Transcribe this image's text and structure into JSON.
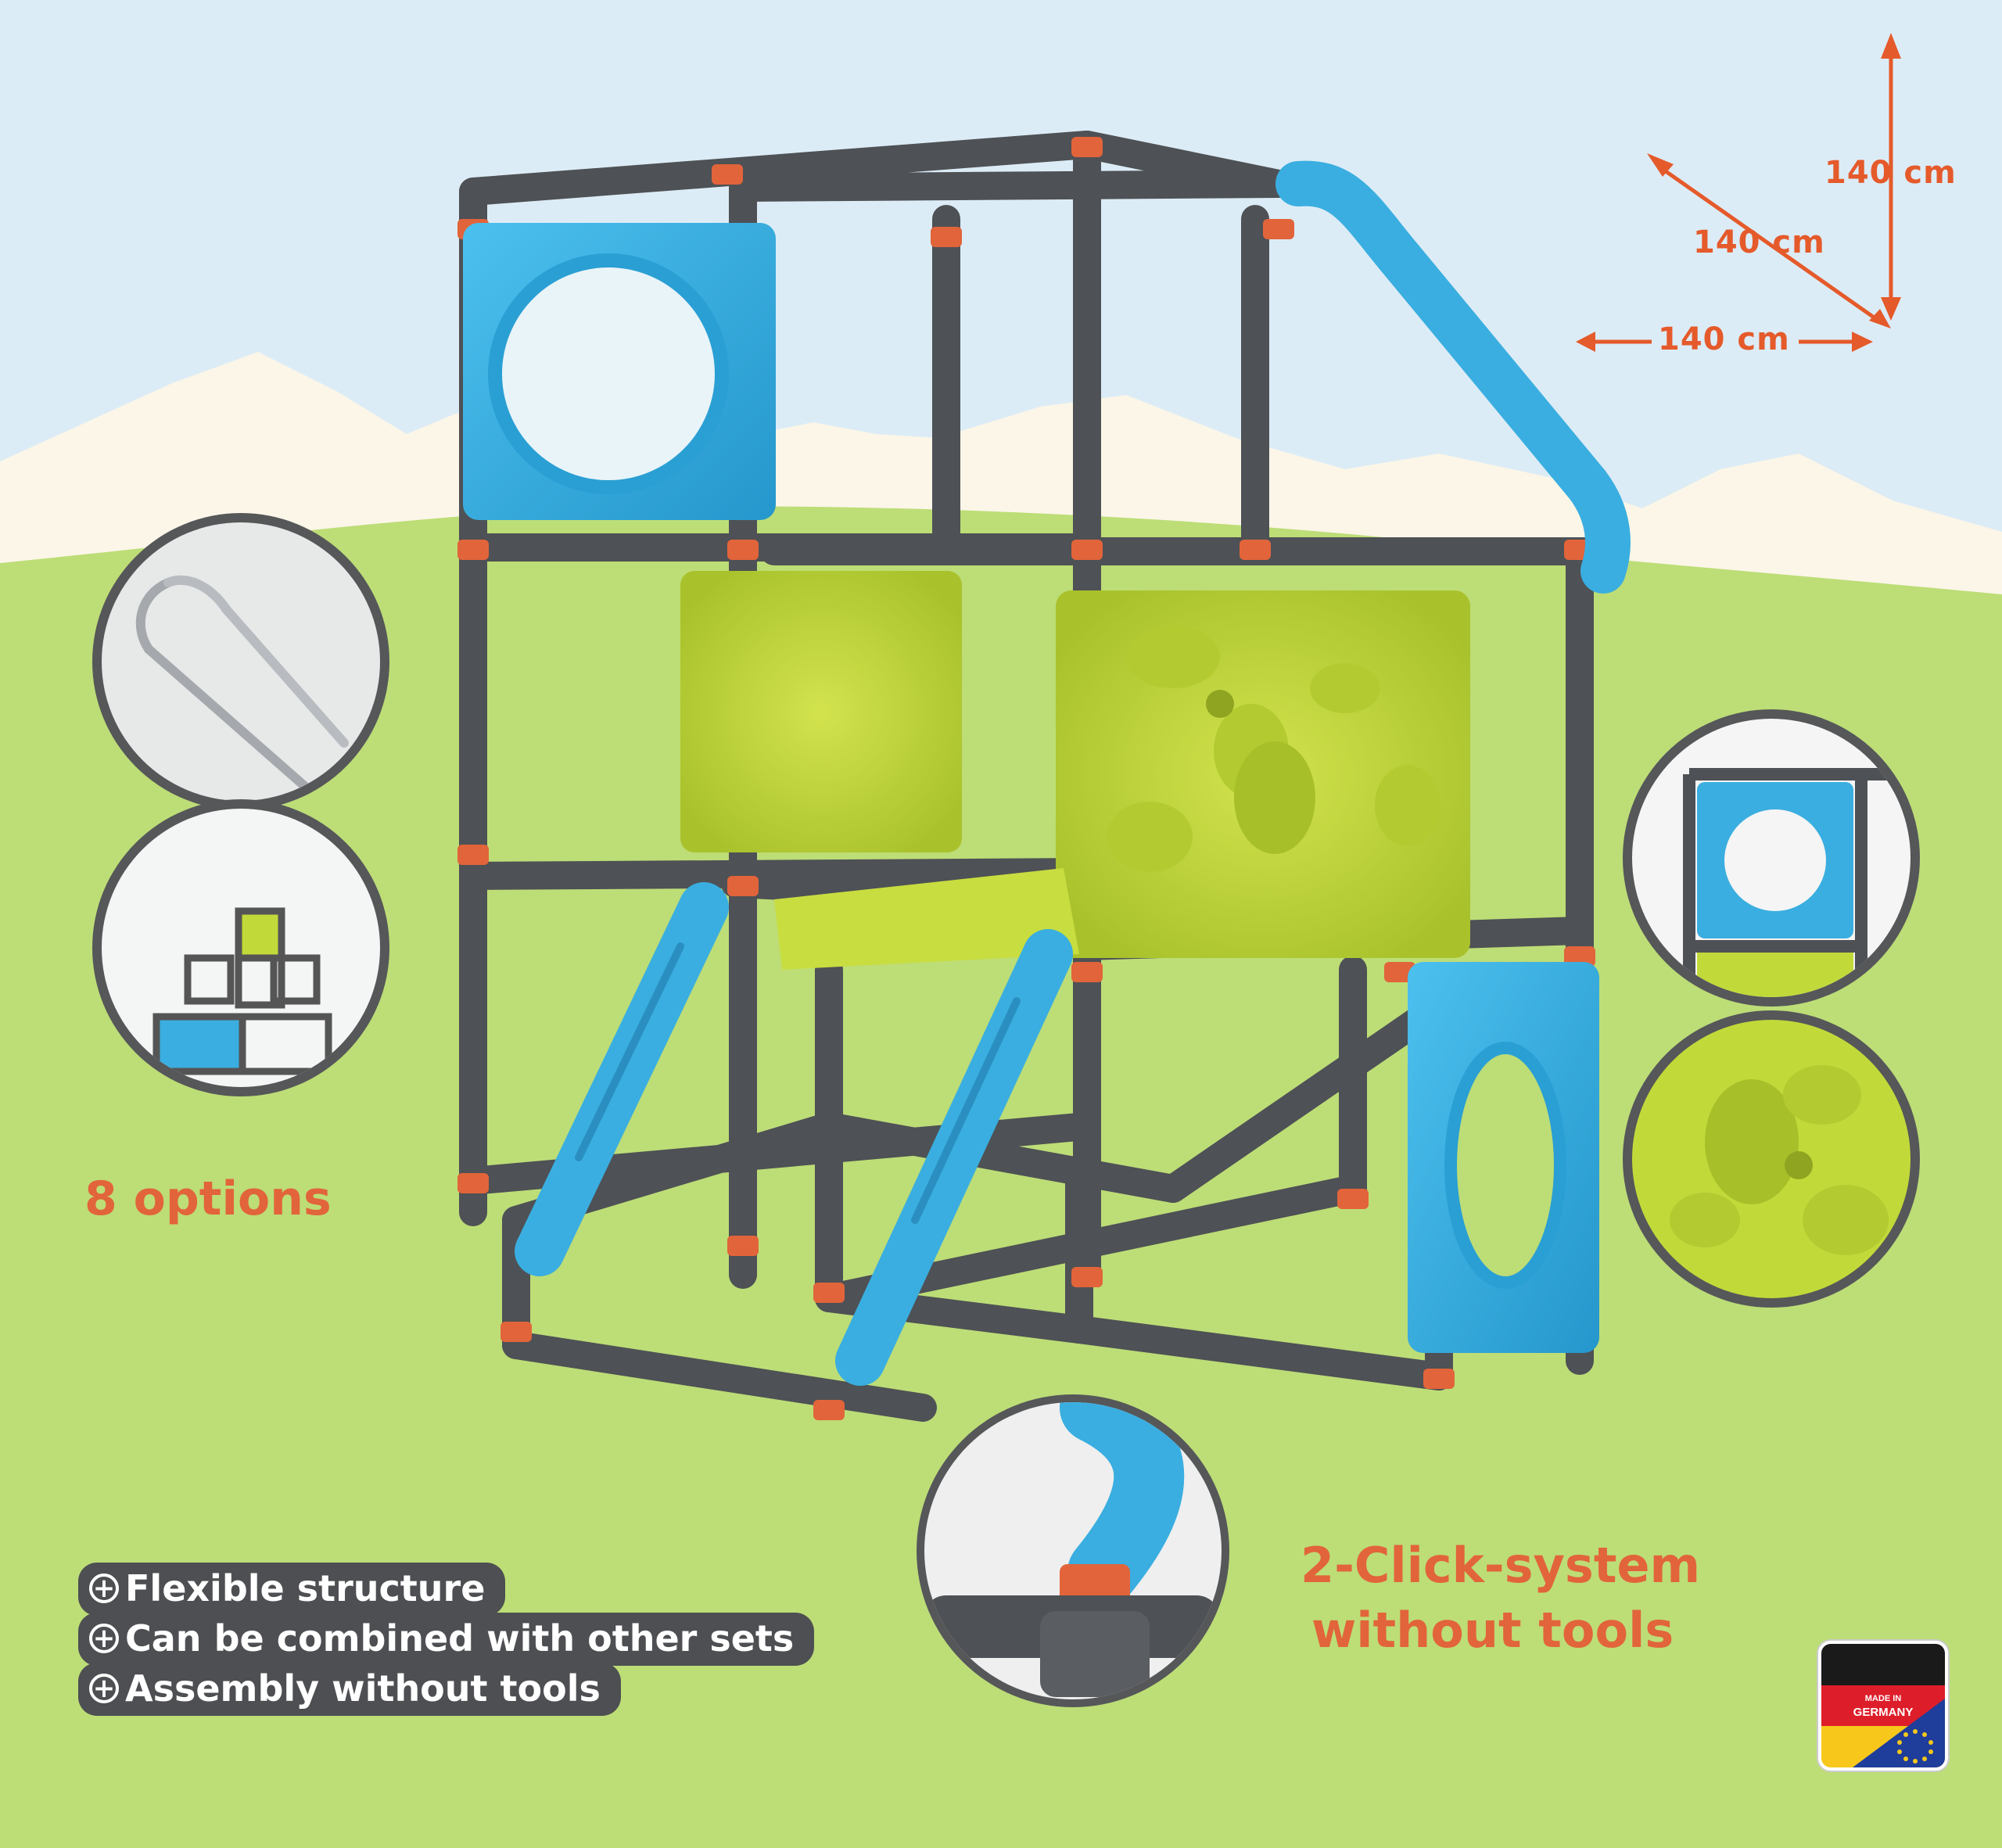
{
  "dimensions": {
    "height": "140 cm",
    "depth": "140 cm",
    "width": "140 cm"
  },
  "callouts": {
    "options": "8 options",
    "click_system_line1": "2-Click-system",
    "click_system_line2": "without tools"
  },
  "features": [
    {
      "icon": "plus-circle-icon",
      "text": "Flexible structure"
    },
    {
      "icon": "plus-circle-icon",
      "text": "Can be combined with other sets"
    },
    {
      "icon": "plus-circle-icon",
      "text": "Assembly without tools"
    }
  ],
  "badge": {
    "line1": "MADE IN",
    "line2": "GERMANY",
    "icon": "german-eu-flag-icon"
  },
  "colors": {
    "sky": "#dcecf6",
    "grass": "#bddd77",
    "frame_grey": "#4e5155",
    "connector_orange": "#e2643a",
    "panel_blue": "#3aaee0",
    "panel_green": "#c2d93a",
    "label_orange": "#e2643a"
  }
}
